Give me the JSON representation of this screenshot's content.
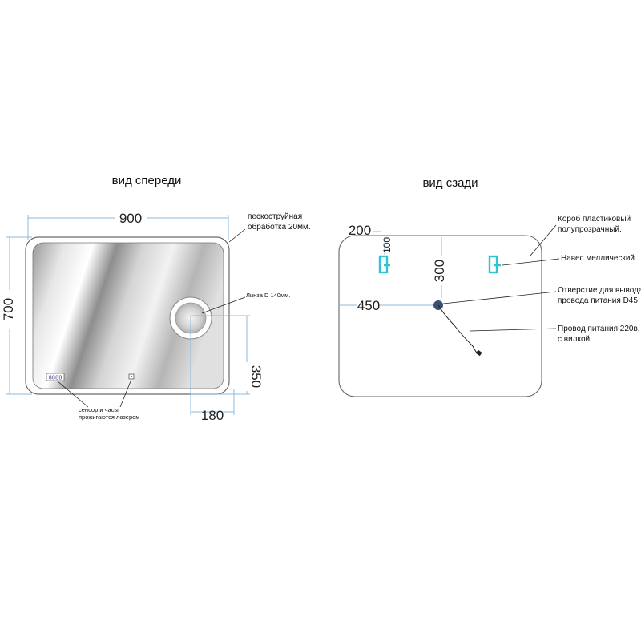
{
  "front_view": {
    "title": "вид спереди",
    "dim_width": "900",
    "dim_height": "700",
    "dim_lens_vertical": "350",
    "dim_lens_horizontal": "180",
    "clock_display": "8888",
    "note_sandblast_line1": "пескоструйная",
    "note_sandblast_line2": "обработка 20мм.",
    "note_lens": "Линза D 140мм.",
    "note_sensor_line1": "сенсор и часы",
    "note_sensor_line2": "прожигаются лазером"
  },
  "back_view": {
    "title": "вид сзади",
    "dim_200": "200",
    "dim_100": "100",
    "dim_300": "300",
    "dim_450": "450",
    "note_box_line1": "Короб пластиковый",
    "note_box_line2": "полупрозрачный.",
    "note_hanger": "Навес меллический.",
    "note_hole_line1": "Отверстие для вывода",
    "note_hole_line2": "провода питания D45",
    "note_cable_line1": "Провод питания 220в.",
    "note_cable_line2": "с вилкой."
  },
  "colors": {
    "dimension": "#8fb8d8",
    "hanger": "#2ec4d6",
    "outline": "#555555",
    "hole": "#3c4f73"
  }
}
